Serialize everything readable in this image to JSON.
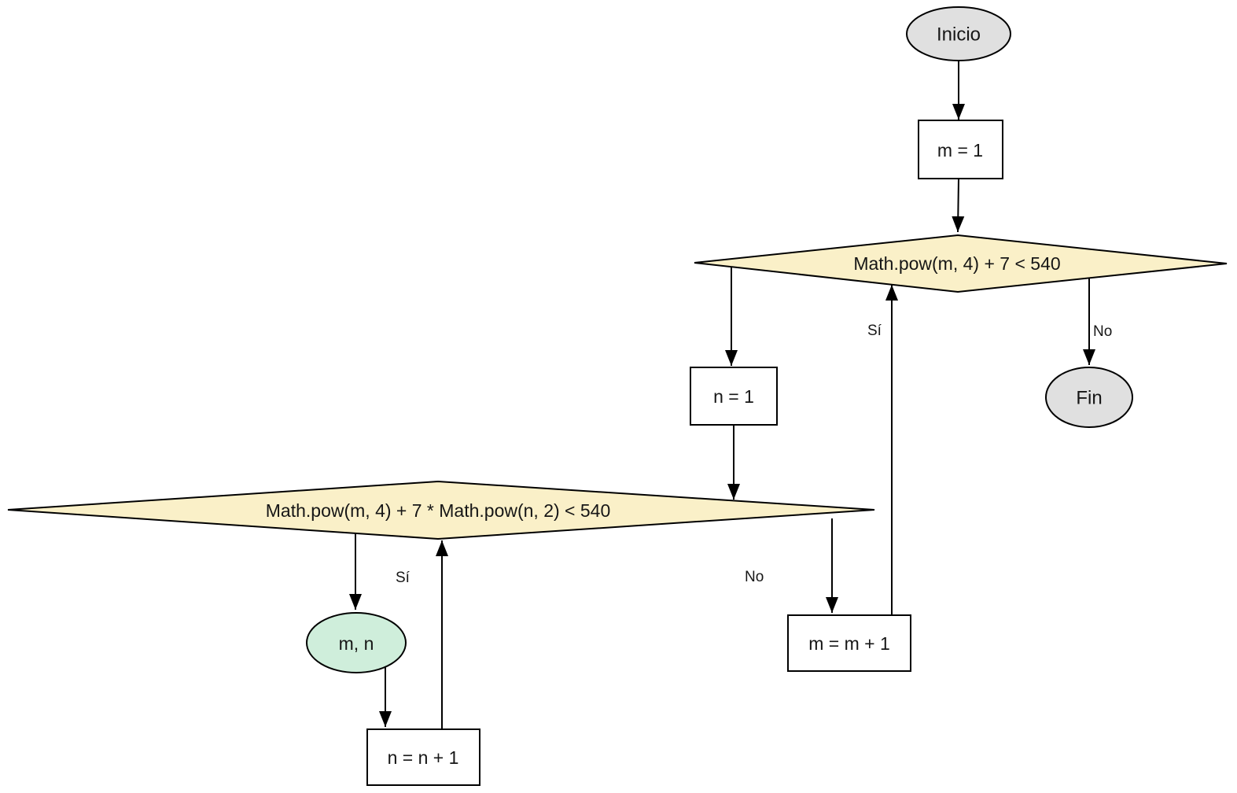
{
  "flowchart": {
    "nodes": {
      "inicio": {
        "label": "Inicio",
        "type": "terminator"
      },
      "m_init": {
        "label": "m = 1",
        "type": "process"
      },
      "decision_m": {
        "label": "Math.pow(m, 4) + 7 < 540",
        "type": "decision"
      },
      "n_init": {
        "label": "n = 1",
        "type": "process"
      },
      "fin": {
        "label": "Fin",
        "type": "terminator"
      },
      "decision_mn": {
        "label": "Math.pow(m, 4) + 7 * Math.pow(n, 2) < 540",
        "type": "decision"
      },
      "output_mn": {
        "label": "m, n",
        "type": "output"
      },
      "n_increment": {
        "label": "n = n + 1",
        "type": "process"
      },
      "m_increment": {
        "label": "m = m + 1",
        "type": "process"
      }
    },
    "edges": [
      {
        "from": "inicio",
        "to": "m_init",
        "label": ""
      },
      {
        "from": "m_init",
        "to": "decision_m",
        "label": ""
      },
      {
        "from": "decision_m",
        "to": "n_init",
        "label": ""
      },
      {
        "from": "decision_m",
        "to": "fin",
        "label": "No"
      },
      {
        "from": "m_increment",
        "to": "decision_m",
        "label": "Sí"
      },
      {
        "from": "n_init",
        "to": "decision_mn",
        "label": ""
      },
      {
        "from": "decision_mn",
        "to": "output_mn",
        "label": "Sí"
      },
      {
        "from": "decision_mn",
        "to": "m_increment",
        "label": "No"
      },
      {
        "from": "output_mn",
        "to": "n_increment",
        "label": ""
      },
      {
        "from": "n_increment",
        "to": "decision_mn",
        "label": ""
      }
    ],
    "colors": {
      "terminator_fill": "#e0e0e0",
      "decision_fill": "#faf0c8",
      "output_fill": "#cfeedb",
      "process_fill": "#ffffff",
      "stroke": "#000000"
    }
  }
}
